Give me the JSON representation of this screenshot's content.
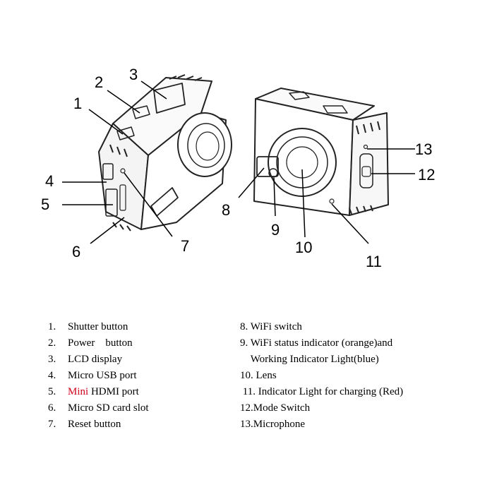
{
  "callouts": [
    "1",
    "2",
    "3",
    "4",
    "5",
    "6",
    "7",
    "8",
    "9",
    "10",
    "11",
    "12",
    "13"
  ],
  "legend": {
    "left": [
      {
        "num": "1.",
        "label": "Shutter button"
      },
      {
        "num": "2.",
        "label": "Power    button"
      },
      {
        "num": "3.",
        "label": "LCD display"
      },
      {
        "num": "4.",
        "label": "Micro USB port"
      },
      {
        "num": "5.",
        "accent": "Mini",
        "label": " HDMI port"
      },
      {
        "num": "6.",
        "label": "Micro SD card slot"
      },
      {
        "num": "7.",
        "label": "Reset button"
      }
    ],
    "right": [
      {
        "text": "8. WiFi switch"
      },
      {
        "text": "9. WiFi status indicator (orange)and"
      },
      {
        "text": "    Working Indicator Light(blue)"
      },
      {
        "text": "10. Lens"
      },
      {
        "text": " 11. Indicator Light for charging (Red)"
      },
      {
        "text": "12.Mode Switch"
      },
      {
        "text": "13.Microphone"
      }
    ]
  },
  "colors": {
    "accent": "#d0021b",
    "line": "#000000"
  }
}
